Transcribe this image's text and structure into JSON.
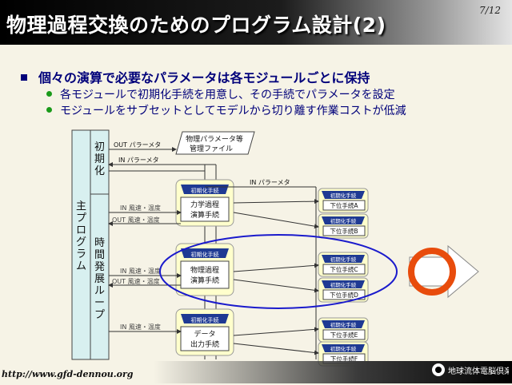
{
  "slide": {
    "title": "物理過程交換のためのプログラム設計(2)",
    "page": "7/12",
    "bullet": "個々の演算で必要なパラメータは各モジュールごとに保持",
    "subbullets": [
      "各モジュールで初期化手続を用意し、その手続でパラメータを設定",
      "モジュールをサブセットとしてモデルから切り離す作業コストが低減"
    ],
    "footer_url": "http://www.gfd-dennou.org",
    "logo_text": "地球流体電脳倶楽部"
  },
  "diagram": {
    "main_program": "主プログラム",
    "init_label": "初期化",
    "time_loop_label": "時間発展ループ",
    "param_file": [
      "物理パラメータ等",
      "管理ファイル"
    ],
    "out_param": "OUT パラーメタ",
    "in_param": "IN パラーメタ",
    "in_param2": "IN パラーメタ",
    "init_proc": "初期化手続",
    "modules": [
      {
        "name": [
          "力学過程",
          "演算手続"
        ],
        "in": "IN 風速・温度",
        "out": "OUT 風速・温度"
      },
      {
        "name": [
          "物理過程",
          "演算手続"
        ],
        "in": "IN 風速・温度",
        "out": "OUT 風速・温度"
      },
      {
        "name": [
          "データ",
          "出力手続"
        ],
        "in": "IN 風速・温度"
      }
    ],
    "lower": [
      "下位手続A",
      "下位手続B",
      "下位手続C",
      "下位手続D",
      "下位手続E",
      "下位手続F"
    ]
  },
  "colors": {
    "title_text": "#ffffff",
    "bullet_text": "#00007a",
    "box_fill": "#ffffcc",
    "init_tab": "#1f3a93",
    "vbar": "#d8f0f0",
    "ellipse": "#1a1acc",
    "highlight": "#e84c0c"
  }
}
